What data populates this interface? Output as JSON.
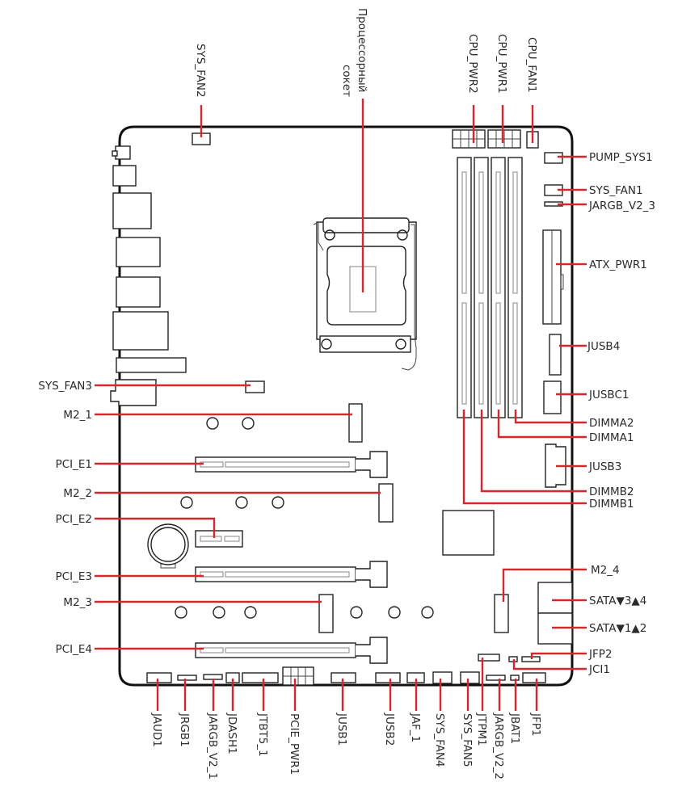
{
  "diagram": {
    "title": "Motherboard connector layout",
    "accent_color": "#d7262e",
    "board_color": "#111111",
    "top_labels": {
      "sys_fan2": "SYS_FAN2",
      "cpu_socket_line1": "Процессорный",
      "cpu_socket_line2": "сокет",
      "cpu_pwr2": "CPU_PWR2",
      "cpu_pwr1": "CPU_PWR1",
      "cpu_fan1": "CPU_FAN1"
    },
    "right_labels": {
      "pump_sys1": "PUMP_SYS1",
      "sys_fan1": "SYS_FAN1",
      "jargb_v2_3": "JARGB_V2_3",
      "atx_pwr1": "ATX_PWR1",
      "jusb4": "JUSB4",
      "jusbc1": "JUSBC1",
      "dimma2": "DIMMA2",
      "dimma1": "DIMMA1",
      "jusb3": "JUSB3",
      "dimmb2": "DIMMB2",
      "dimmb1": "DIMMB1",
      "m2_4": "M2_4",
      "sata_34": "SATA▼3▲4",
      "sata_12": "SATA▼1▲2",
      "jfp2": "JFP2",
      "jci1": "JCI1"
    },
    "left_labels": {
      "sys_fan3": "SYS_FAN3",
      "m2_1": "M2_1",
      "pci_e1": "PCI_E1",
      "m2_2": "M2_2",
      "pci_e2": "PCI_E2",
      "pci_e3": "PCI_E3",
      "m2_3": "M2_3",
      "pci_e4": "PCI_E4"
    },
    "bottom_labels": {
      "jaud1": "JAUD1",
      "jrgb1": "JRGB1",
      "jargb_v2_1": "JARGB_V2_1",
      "jdash1": "JDASH1",
      "jtbt5_1": "JTBT5_1",
      "pcie_pwr1": "PCIE_PWR1",
      "jusb1": "JUSB1",
      "jusb2": "JUSB2",
      "jaf_1": "JAF_1",
      "sys_fan4": "SYS_FAN4",
      "sys_fan5": "SYS_FAN5",
      "jtpm1": "JTPM1",
      "jargb_v2_2": "JARGB_V2_2",
      "jbat1": "JBAT1",
      "jfp1": "JFP1"
    }
  }
}
